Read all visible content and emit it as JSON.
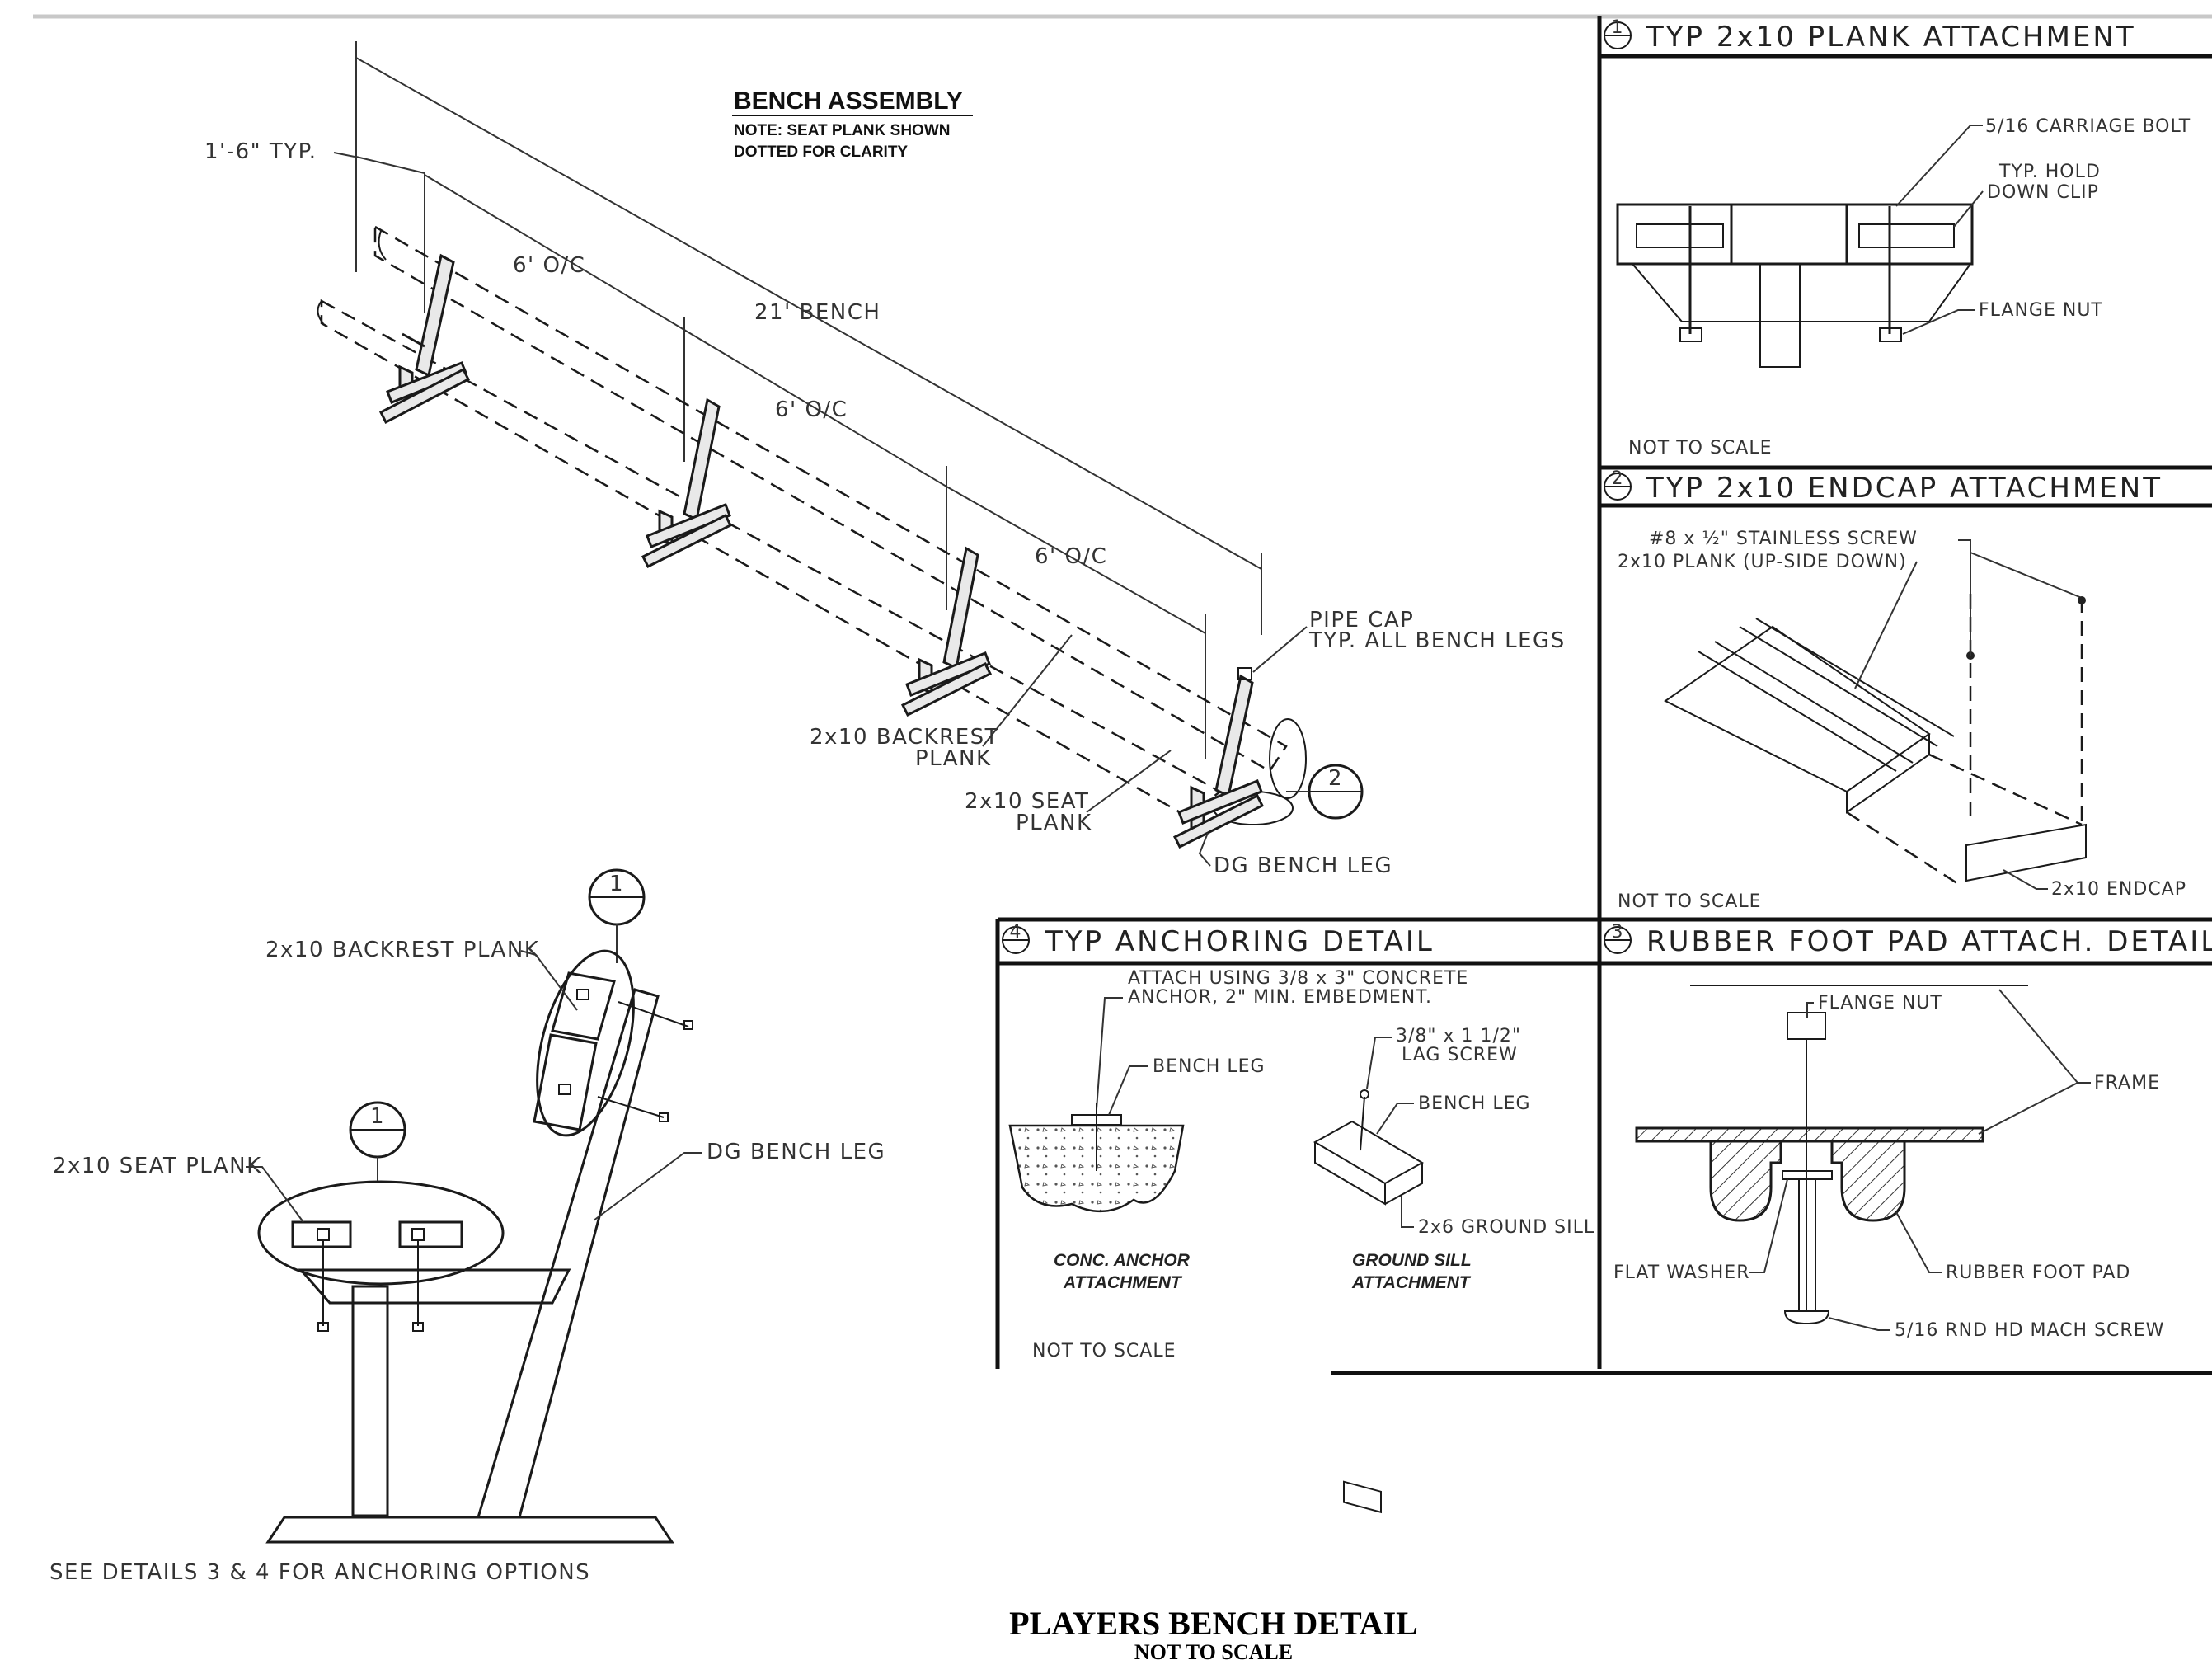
{
  "sheet": {
    "title": "PLAYERS BENCH DETAIL",
    "subtitle": "NOT TO SCALE"
  },
  "assembly": {
    "title": "BENCH ASSEMBLY",
    "note_line1": "NOTE: SEAT PLANK SHOWN",
    "note_line2": "DOTTED FOR CLARITY",
    "dim_typ": "1'-6\" TYP.",
    "dim_oc1": "6' O/C",
    "dim_oc2": "6' O/C",
    "dim_oc3": "6' O/C",
    "dim_bench": "21' BENCH",
    "pipe_cap_line1": "PIPE CAP",
    "pipe_cap_line2": "TYP. ALL BENCH LEGS",
    "backrest_line1": "2x10 BACKREST",
    "backrest_line2": "PLANK",
    "seat_line1": "2x10 SEAT",
    "seat_line2": "PLANK",
    "leg_label": "DG BENCH LEG",
    "callout_2": "2"
  },
  "side_view": {
    "backrest_label": "2x10 BACKREST PLANK",
    "seat_label": "2x10 SEAT PLANK",
    "leg_label": "DG BENCH LEG",
    "footer_note": "SEE DETAILS 3 & 4 FOR ANCHORING OPTIONS",
    "callout_1a": "1",
    "callout_1b": "1"
  },
  "detail1": {
    "number": "1",
    "title": "TYP 2x10 PLANK ATTACHMENT",
    "carriage_bolt": "5/16 CARRIAGE BOLT",
    "clip_line1": "TYP. HOLD",
    "clip_line2": "DOWN CLIP",
    "flange_nut": "FLANGE NUT",
    "scale": "NOT TO SCALE"
  },
  "detail2": {
    "number": "2",
    "title": "TYP 2x10 ENDCAP ATTACHMENT",
    "screw": "#8 x ½\" STAINLESS SCREW",
    "plank": "2x10 PLANK (UP-SIDE DOWN)",
    "endcap": "2x10 ENDCAP",
    "scale": "NOT TO SCALE"
  },
  "detail4": {
    "number": "4",
    "title": "TYP ANCHORING DETAIL",
    "attach_line1": "ATTACH USING 3/8 x 3\" CONCRETE",
    "attach_line2": "ANCHOR, 2\" MIN. EMBEDMENT.",
    "bench_leg_a": "BENCH LEG",
    "lag_line1": "3/8\" x 1 1/2\"",
    "lag_line2": "LAG SCREW",
    "bench_leg_b": "BENCH LEG",
    "ground_sill": "2x6 GROUND SILL",
    "conc_line1": "CONC. ANCHOR",
    "conc_line2": "ATTACHMENT",
    "sill_line1": "GROUND SILL",
    "sill_line2": "ATTACHMENT",
    "scale": "NOT TO SCALE"
  },
  "detail3": {
    "number": "3",
    "title": "RUBBER FOOT PAD ATTACH. DETAIL",
    "flange_nut": "FLANGE NUT",
    "frame": "FRAME",
    "flat_washer": "FLAT WASHER",
    "rubber_pad": "RUBBER FOOT PAD",
    "screw": "5/16 RND HD MACH SCREW"
  }
}
